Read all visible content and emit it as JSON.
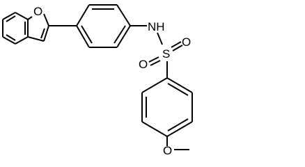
{
  "molecule": {
    "atoms": {
      "furan_oxygen": "O",
      "sulfonamide_nitrogen": "NH",
      "sulfur": "S",
      "sulfonyl_oxygen_top": "O",
      "sulfonyl_oxygen_left": "O",
      "methoxy_oxygen": "O"
    }
  }
}
